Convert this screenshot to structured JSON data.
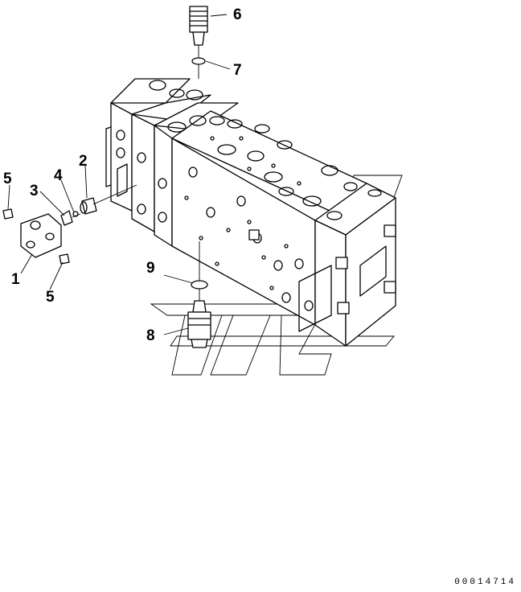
{
  "diagram": {
    "callouts": [
      {
        "id": "1",
        "label": "1"
      },
      {
        "id": "2",
        "label": "2"
      },
      {
        "id": "3",
        "label": "3"
      },
      {
        "id": "4",
        "label": "4"
      },
      {
        "id": "5a",
        "label": "5"
      },
      {
        "id": "5b",
        "label": "5"
      },
      {
        "id": "6",
        "label": "6"
      },
      {
        "id": "7",
        "label": "7"
      },
      {
        "id": "8",
        "label": "8"
      },
      {
        "id": "9",
        "label": "9"
      }
    ],
    "document_id": "00014714"
  }
}
